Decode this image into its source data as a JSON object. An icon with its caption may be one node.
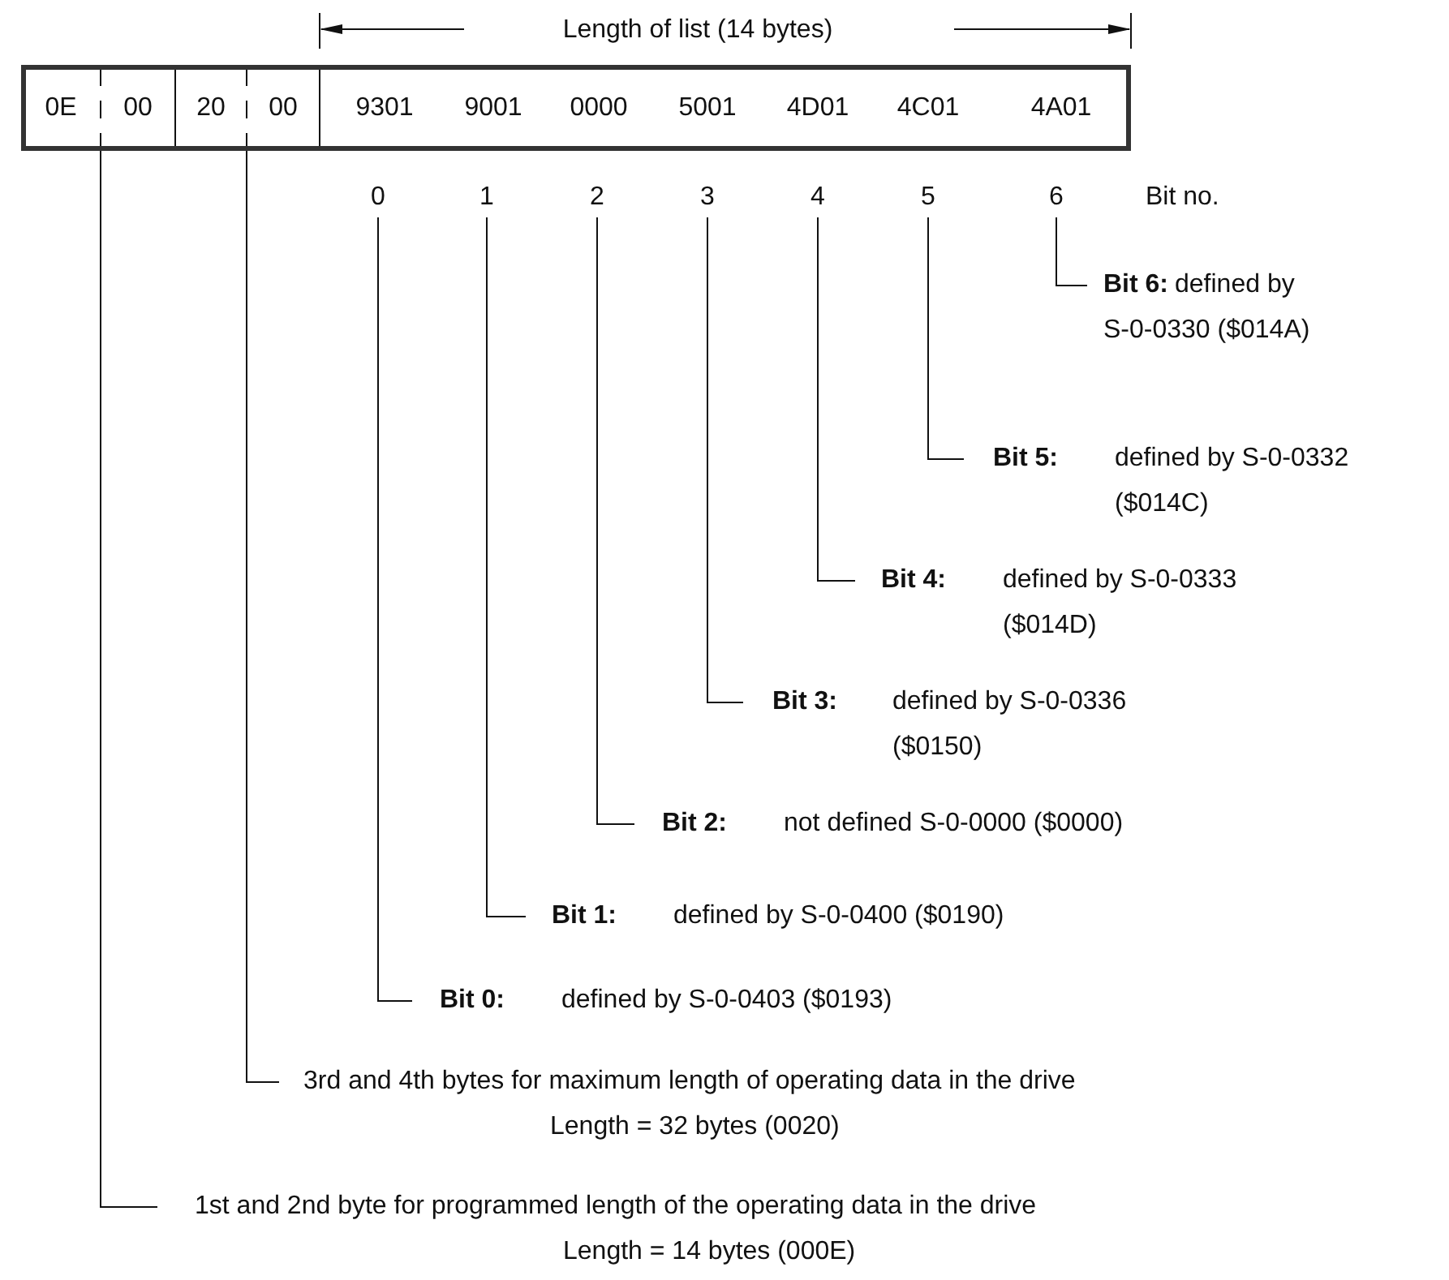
{
  "diagram": {
    "nodes": [
      {
        "text": [],
        "shape": "box"
      },
      {
        "text": [
          "0E"
        ],
        "in": 0
      },
      {
        "text": [
          "00"
        ],
        "in": 0
      },
      {
        "text": [
          "20"
        ],
        "in": 0
      },
      {
        "text": [
          "00"
        ],
        "in": 0
      },
      {
        "text": [
          "9301"
        ],
        "in": 0
      },
      {
        "text": [
          "9001"
        ],
        "in": 0
      },
      {
        "text": [
          "0000"
        ],
        "in": 0
      },
      {
        "text": [
          "5001"
        ],
        "in": 0
      },
      {
        "text": [
          "4D01"
        ],
        "in": 0
      },
      {
        "text": [
          "4C01"
        ],
        "in": 0
      },
      {
        "text": [
          "4A01"
        ],
        "in": 0
      },
      {
        "text": [
          "0"
        ]
      },
      {
        "text": [
          "1"
        ]
      },
      {
        "text": [
          "2"
        ]
      },
      {
        "text": [
          "3"
        ]
      },
      {
        "text": [
          "4"
        ]
      },
      {
        "text": [
          "5"
        ]
      },
      {
        "text": [
          "6"
        ]
      },
      {
        "text": [
          "Bit 6:",
          "defined by S-0-0330 ($014A)"
        ]
      },
      {
        "text": [
          "Bit 5:",
          "defined by S-0-0332 ($014C)"
        ]
      },
      {
        "text": [
          "Bit 4:",
          "defined by S-0-0333 ($014D)"
        ]
      },
      {
        "text": [
          "Bit 3:",
          "defined by S-0-0336 ($0150)"
        ]
      },
      {
        "text": [
          "Bit 2:",
          "not defined S-0-0000 ($0000)"
        ]
      },
      {
        "text": [
          "Bit 1:",
          "defined by S-0-0400 ($0190)"
        ]
      },
      {
        "text": [
          "Bit 0:",
          "defined by S-0-0403 ($0193)"
        ]
      },
      {
        "text": [
          "3rd and 4th bytes for maximum length of operating data in the drive",
          "Length = 32 bytes (0020)"
        ]
      },
      {
        "text": [
          "1st and 2nd byte for programmed length of the operating data in the drive",
          "Length = 14 bytes (000E)"
        ]
      }
    ],
    "edges": [
      {
        "from": 19,
        "to": 18,
        "arrow": "none"
      },
      {
        "from": 20,
        "to": 17,
        "arrow": "none"
      },
      {
        "from": 21,
        "to": 16,
        "arrow": "none"
      },
      {
        "from": 22,
        "to": 15,
        "arrow": "none"
      },
      {
        "from": 23,
        "to": 14,
        "arrow": "none"
      },
      {
        "from": 24,
        "to": 13,
        "arrow": "none"
      },
      {
        "from": 25,
        "to": 12,
        "arrow": "none"
      },
      {
        "from": 26,
        "to": 0,
        "arrow": "none"
      },
      {
        "from": 27,
        "to": 0,
        "arrow": "none"
      }
    ],
    "labels": [
      "Length of list (14 bytes)",
      "Bit no."
    ]
  }
}
